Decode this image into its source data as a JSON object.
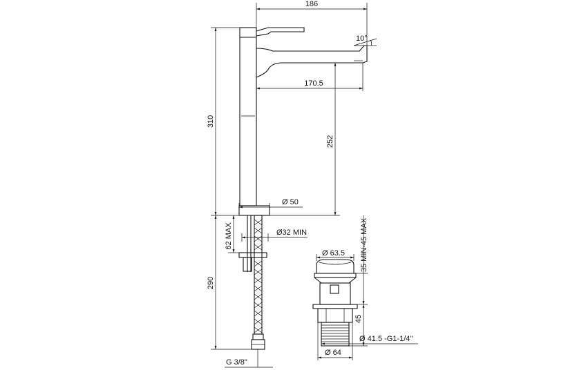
{
  "dimensions": {
    "overall_length": "186",
    "spout_reach": "170.5",
    "spout_angle": "10°",
    "total_height": "310",
    "spout_height": "252",
    "base_diameter": "Ø 50",
    "hole_diameter": "Ø32 MIN",
    "max_deck_thickness": "62 MAX",
    "hose_length": "290",
    "hose_connection": "G 3/8\"",
    "waste_cap_diameter": "Ø 63.5",
    "waste_range": "35 MIN-45 MAX",
    "waste_body_height": "45",
    "waste_thread": "Ø 41.5 -G1-1/4\"",
    "waste_nut_diameter": "Ø 64"
  }
}
